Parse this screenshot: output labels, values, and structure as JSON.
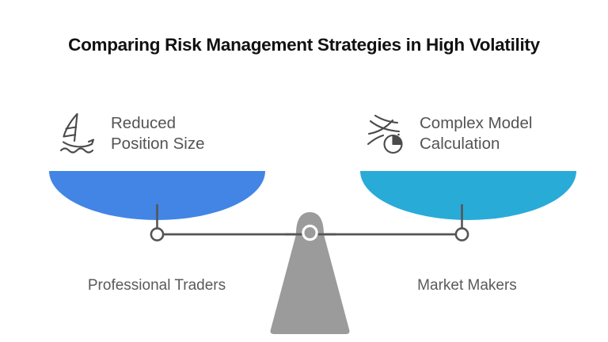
{
  "title": "Comparing Risk Management Strategies in High Volatility",
  "colors": {
    "background": "#ffffff",
    "title_text": "#111111",
    "label_text": "#545454",
    "bottom_label_text": "#5a5a5a",
    "left_pan": "#4285E4",
    "right_pan": "#29ABD8",
    "beam": "#555555",
    "fulcrum": "#9b9b9b",
    "icon_stroke": "#4a4a4a"
  },
  "left_side": {
    "icon": "sailboat-icon",
    "label": "Reduced\nPosition Size",
    "pan_color": "#4285E4",
    "bottom_label": "Professional Traders"
  },
  "right_side": {
    "icon": "analytics-pie-chart-icon",
    "label": "Complex Model\nCalculation",
    "pan_color": "#29ABD8",
    "bottom_label": "Market Makers"
  },
  "chart_data": {
    "type": "diagram",
    "subtype": "balance-scale-comparison",
    "title": "Comparing Risk Management Strategies in High Volatility",
    "balanced": true,
    "items": [
      {
        "side": "left",
        "strategy": "Reduced Position Size",
        "actor": "Professional Traders",
        "icon": "sailboat-icon",
        "color": "#4285E4"
      },
      {
        "side": "right",
        "strategy": "Complex Model Calculation",
        "actor": "Market Makers",
        "icon": "analytics-pie-chart-icon",
        "color": "#29ABD8"
      }
    ]
  }
}
